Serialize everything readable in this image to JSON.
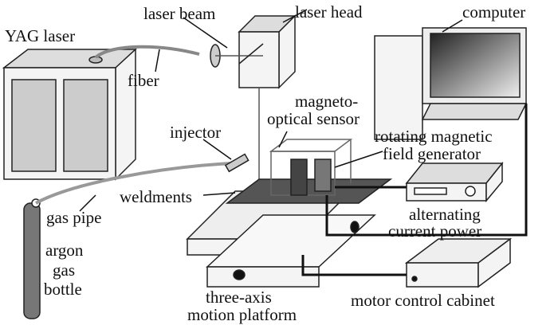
{
  "labels": {
    "yag_laser": "YAG laser",
    "laser_beam": "laser beam",
    "laser_head": "laser head",
    "computer": "computer",
    "fiber": "fiber",
    "magneto_1": "magneto-",
    "magneto_2": "optical sensor",
    "injector": "injector",
    "rotating_1": "rotating magnetic",
    "rotating_2": "field generator",
    "weldments": "weldments",
    "gas_pipe": "gas pipe",
    "alternating_1": "alternating",
    "alternating_2": "current power",
    "argon_1": "argon",
    "argon_2": "gas",
    "argon_3": "bottle",
    "platform_1": "three-axis",
    "platform_2": "motion platform",
    "motor_cabinet": "motor control cabinet"
  }
}
